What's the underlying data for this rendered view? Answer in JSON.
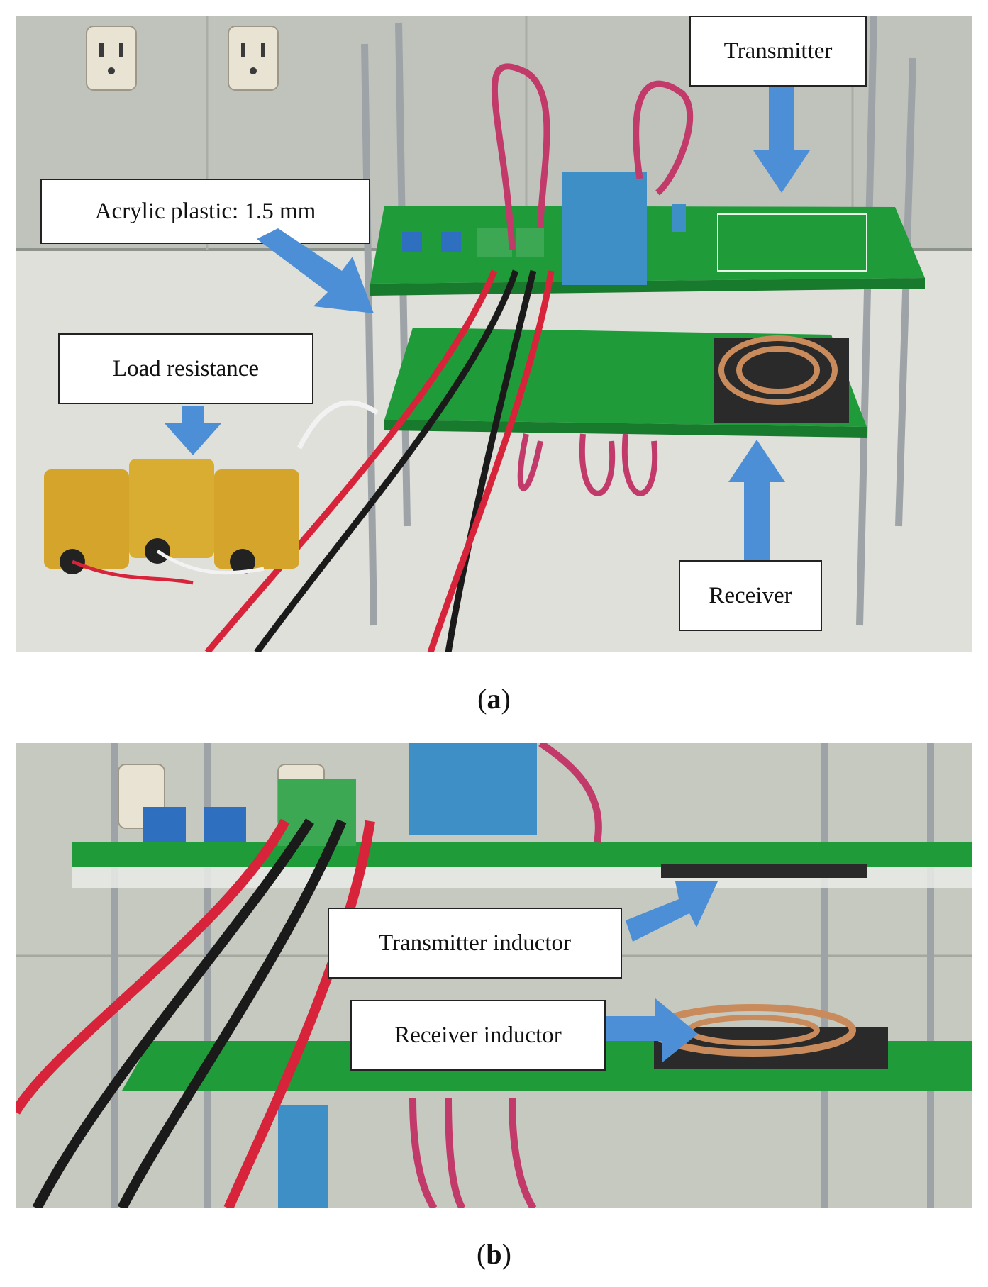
{
  "colors": {
    "pcb_green": "#1f9b3a",
    "arrow_blue": "#4d8fd6",
    "wire_red": "#d8243a",
    "wire_black": "#1a1a1a",
    "wire_pink": "#c23a6a",
    "resistor_gold": "#d4a52a",
    "wall": "#c9ccc5"
  },
  "panel_a": {
    "caption_letter": "a",
    "labels": {
      "transmitter": "Transmitter",
      "acrylic": "Acrylic plastic: 1.5 mm",
      "load_resistance": "Load resistance",
      "receiver": "Receiver"
    }
  },
  "panel_b": {
    "caption_letter": "b",
    "labels": {
      "transmitter_inductor": "Transmitter inductor",
      "receiver_inductor": "Receiver inductor"
    }
  }
}
